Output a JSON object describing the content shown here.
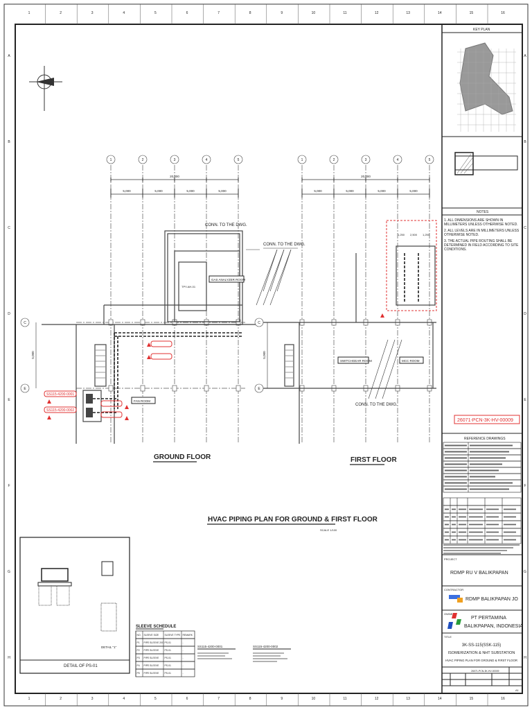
{
  "sheet": {
    "column_numbers": [
      "1",
      "2",
      "3",
      "4",
      "5",
      "6",
      "7",
      "8",
      "9",
      "10",
      "11",
      "12",
      "13",
      "14",
      "15",
      "16"
    ],
    "row_letters": [
      "A",
      "B",
      "C",
      "D",
      "E",
      "F",
      "G",
      "H"
    ]
  },
  "plans": {
    "main_title": "HVAC PIPING PLAN FOR GROUND & FIRST FLOOR",
    "scale": "SCALE 1/100",
    "ground_floor": {
      "title": "GROUND FLOOR",
      "grid_axes": [
        "1",
        "2",
        "3",
        "4",
        "5"
      ],
      "grid_rows": [
        "C",
        "E"
      ],
      "overall_dim": "20,000",
      "bay_dims": [
        "5,000",
        "5,000",
        "5,000",
        "5,000"
      ],
      "row_dim": "5,000",
      "room_labels": [
        "GAS ANALYZER ROOM",
        "FAN ROOM"
      ],
      "unit_label": "TPY-AH-01",
      "tags": [
        "SS115-4200-0001",
        "SS115-4200-0002"
      ],
      "conn_label": "CONN. TO THE DWG."
    },
    "first_floor": {
      "title": "FIRST FLOOR",
      "grid_axes": [
        "1",
        "2",
        "3",
        "4",
        "5"
      ],
      "grid_rows": [
        "C",
        "E"
      ],
      "overall_dim": "20,000",
      "bay_dims": [
        "5,000",
        "5,000",
        "5,000",
        "5,000"
      ],
      "row_dim": "5,000",
      "room_labels": [
        "SWITCHGEAR ROOM",
        "MCC ROOM"
      ],
      "conn_label": "CONN. TO THE DWG.",
      "red_box_dims": [
        "1,250",
        "2,500",
        "1,250"
      ]
    }
  },
  "detail": {
    "title": "DETAIL OF PS-01",
    "sub_detail": "DETAIL \"1\"",
    "sleeve_schedule": {
      "title": "SLEEVE SCHEDULE",
      "headers": [
        "NO.",
        "SLEEVE SIZE",
        "SLEEVE TYPE",
        "REMARK"
      ],
      "rows": [
        [
          "P1",
          "PIPE SLEEVE 200",
          "PS-01",
          "-"
        ],
        [
          "P2",
          "PIPE SLEEVE",
          "PS-01",
          "-"
        ],
        [
          "P3",
          "PIPE SLEEVE",
          "PS-01",
          "-"
        ],
        [
          "P4",
          "PIPE SLEEVE",
          "PS-01",
          "-"
        ],
        [
          "P5",
          "PIPE SLEEVE",
          "PS-01",
          "-"
        ]
      ]
    },
    "callouts": [
      "SS115-4200-0001",
      "SS115-4200-0002"
    ]
  },
  "title_block": {
    "key_plan_title": "KEY PLAN",
    "notes_title": "NOTES",
    "notes": [
      "1. ALL DIMENSIONS ARE SHOWN IN MILLIMETERS UNLESS OTHERWISE NOTED.",
      "2. ALL LEVELS ARE IN MILLIMETERS UNLESS OTHERWISE NOTED.",
      "3. THE ACTUAL PIPE ROUTING SHALL BE DETERMINED IN FIELD ACCORDING TO SITE CONDITIONS."
    ],
    "drawing_number": "26071-PCN-3K-HV-00009",
    "reference_title": "REFERENCE DRAWINGS",
    "reference_rows": 8,
    "revision_rows": 5,
    "project_label": "PROJECT",
    "project": "RDMP RU V BALIKPAPAN",
    "contractor_label": "CONTRACTOR",
    "contractor": "RDMP BALIKPAPAN JO",
    "owner_label": "OWNER",
    "owner_line1": "PT PERTAMINA",
    "owner_line2": "BALIKPAPAN, INDONESIA",
    "title_label": "TITLE",
    "title_lines": [
      "3K-SS-115(SSK-115)",
      "ISOMERIZATION & NHT SUBSTATION",
      "HVAC PIPING PLAN FOR GROUND & FIRST FLOOR"
    ],
    "sheet_size": "A1"
  },
  "colors": {
    "markup_red": "#e03030",
    "line": "#333333",
    "owner_logo": [
      "#e03030",
      "#2a9d3a",
      "#1f4fbf"
    ]
  }
}
